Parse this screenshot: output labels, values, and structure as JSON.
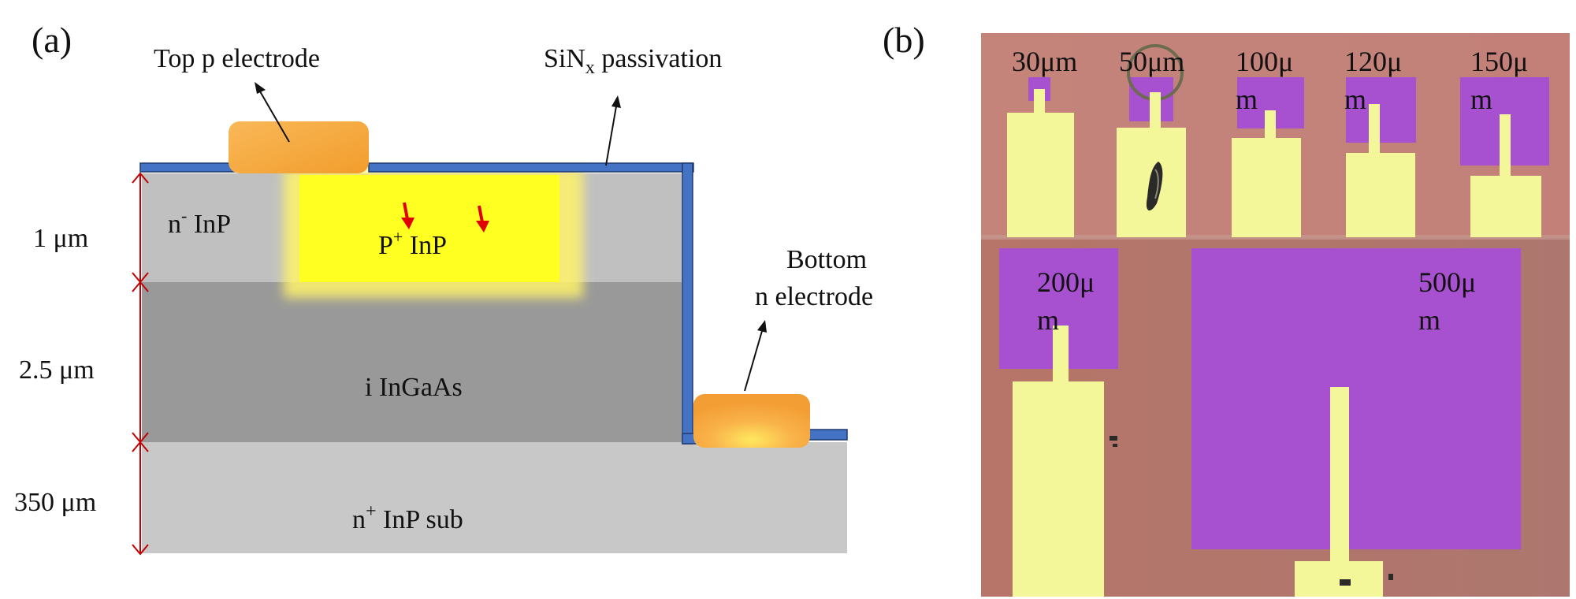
{
  "panel_a": {
    "panel_label": "(a)",
    "labels": {
      "top_electrode": "Top p electrode",
      "passivation_main": "SiN",
      "passivation_sub": "x",
      "passivation_rest": " passivation",
      "bottom_electrode_line1": "Bottom",
      "bottom_electrode_line2": "n electrode",
      "n_inp_sup": "-",
      "n_inp": " InP",
      "p_inp_base": "P",
      "p_inp_sup": "+",
      "p_inp_rest": " InP",
      "ingaas": "i  InGaAs",
      "sub_sup": "+",
      "sub_base": "n",
      "sub_rest": " InP sub"
    },
    "thickness": {
      "layer1": "1 μm",
      "layer2": "2.5 μm",
      "layer3": "350 μm"
    },
    "colors": {
      "n_inp": "#c0c0c0",
      "ingaas": "#999999",
      "substrate": "#c8c8c8",
      "p_inp": "#ffff22",
      "passivation": "#4472c4",
      "electrode": "#f7a93a",
      "dimension_arrow": "#c00000",
      "current_arrow": "#e00000"
    }
  },
  "panel_b": {
    "panel_label": "(b)",
    "top_row": [
      {
        "line1": "30μm",
        "line2": ""
      },
      {
        "line1": "50μm",
        "line2": ""
      },
      {
        "line1": "100μ",
        "line2": "m"
      },
      {
        "line1": "120μ",
        "line2": "m"
      },
      {
        "line1": "150μ",
        "line2": "m"
      }
    ],
    "bottom_row": [
      {
        "line1": "200μ",
        "line2": "m"
      },
      {
        "line1": "500μ",
        "line2": "m"
      }
    ],
    "colors": {
      "background": "#bf7b72",
      "device": "#a851d0",
      "pad": "#f4f69a"
    }
  }
}
